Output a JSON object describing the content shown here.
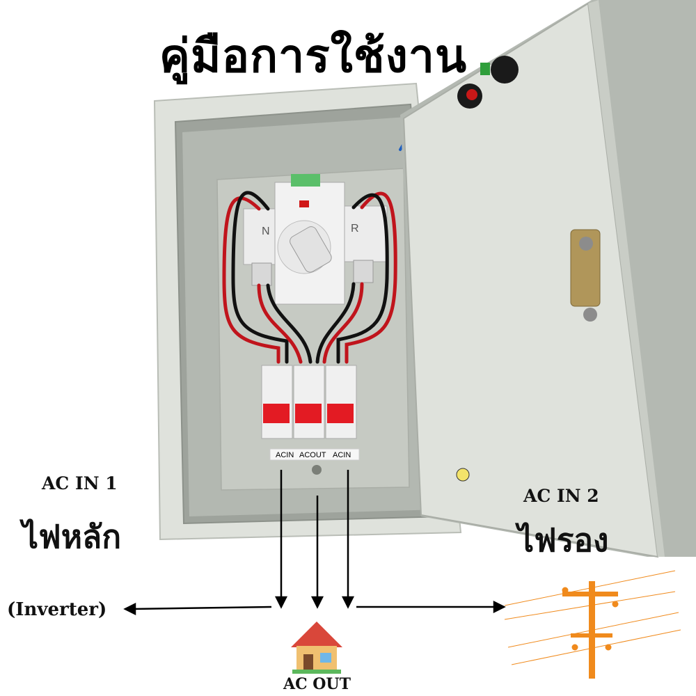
{
  "title": "คู่มือการใช้งาน",
  "labels": {
    "ac_in_1": "AC IN 1",
    "main_power": "ไฟหลัก",
    "ac_in_2": "AC IN 2",
    "backup_power": "ไฟรอง",
    "inverter": "(Inverter)",
    "ac_out": "AC OUT"
  },
  "terminal_labels": [
    "ACIN",
    "ACOUT",
    "ACIN"
  ],
  "switch_labels": {
    "left": "N",
    "right": "R"
  },
  "colors": {
    "cabinet": "#d9dcd6",
    "panel": "#bfc4bd",
    "wire_red": "#c0141c",
    "wire_black": "#111111",
    "breaker_red": "#e31b23",
    "pole": "#f08a1c"
  },
  "icons": [
    "house-icon",
    "power-pole-icon",
    "ground-icon"
  ]
}
